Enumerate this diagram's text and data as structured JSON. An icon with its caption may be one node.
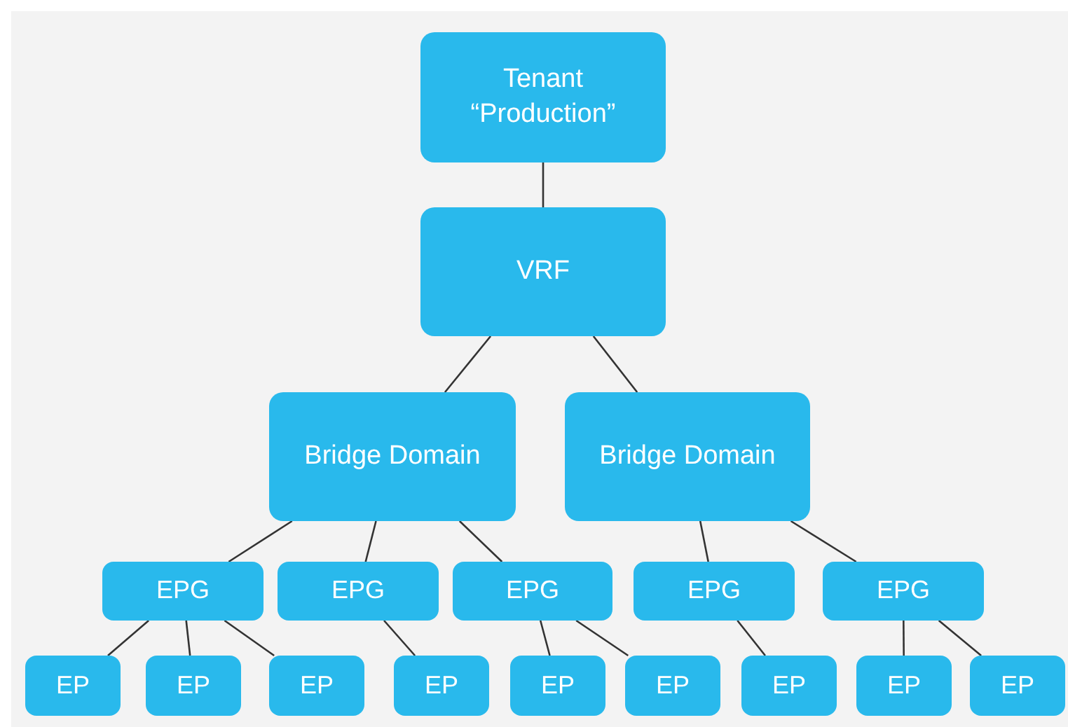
{
  "diagram": {
    "nodes": [
      {
        "text": [
          "Tenant “Production”"
        ]
      },
      {
        "text": [
          "VRF"
        ]
      },
      {
        "text": [
          "Bridge Domain"
        ]
      },
      {
        "text": [
          "Bridge Domain"
        ]
      },
      {
        "text": [
          "EPG"
        ]
      },
      {
        "text": [
          "EPG"
        ]
      },
      {
        "text": [
          "EPG"
        ]
      },
      {
        "text": [
          "EPG"
        ]
      },
      {
        "text": [
          "EPG"
        ]
      },
      {
        "text": [
          "EP"
        ]
      },
      {
        "text": [
          "EP"
        ]
      },
      {
        "text": [
          "EP"
        ]
      },
      {
        "text": [
          "EP"
        ]
      },
      {
        "text": [
          "EP"
        ]
      },
      {
        "text": [
          "EP"
        ]
      },
      {
        "text": [
          "EP"
        ]
      },
      {
        "text": [
          "EP"
        ]
      },
      {
        "text": [
          "EP"
        ]
      }
    ],
    "edges": [
      {
        "from": 0,
        "to": 1,
        "arrow": "none"
      },
      {
        "from": 1,
        "to": 2,
        "arrow": "none"
      },
      {
        "from": 1,
        "to": 3,
        "arrow": "none"
      },
      {
        "from": 2,
        "to": 4,
        "arrow": "none"
      },
      {
        "from": 2,
        "to": 5,
        "arrow": "none"
      },
      {
        "from": 2,
        "to": 6,
        "arrow": "none"
      },
      {
        "from": 3,
        "to": 7,
        "arrow": "none"
      },
      {
        "from": 3,
        "to": 8,
        "arrow": "none"
      },
      {
        "from": 4,
        "to": 9,
        "arrow": "none"
      },
      {
        "from": 4,
        "to": 10,
        "arrow": "none"
      },
      {
        "from": 4,
        "to": 11,
        "arrow": "none"
      },
      {
        "from": 5,
        "to": 12,
        "arrow": "none"
      },
      {
        "from": 6,
        "to": 13,
        "arrow": "none"
      },
      {
        "from": 6,
        "to": 14,
        "arrow": "none"
      },
      {
        "from": 7,
        "to": 15,
        "arrow": "none"
      },
      {
        "from": 8,
        "to": 16,
        "arrow": "none"
      },
      {
        "from": 8,
        "to": 17,
        "arrow": "none"
      }
    ]
  }
}
